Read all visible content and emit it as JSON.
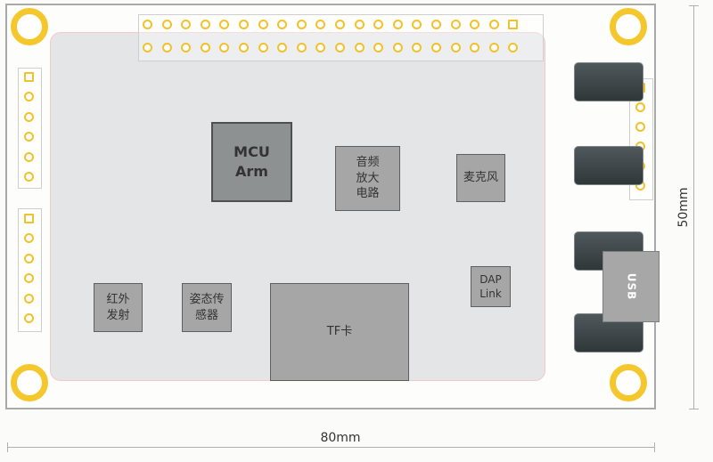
{
  "board": {
    "mcu": "MCU\nArm",
    "audio_amp": "音频\n放大\n电路",
    "microphone": "麦克风",
    "dap_link": "DAP\nLink",
    "ir_tx": "红外\n发射",
    "imu": "姿态传\n感器",
    "tf_card": "TF卡",
    "usb": "USB"
  },
  "dimensions": {
    "width": "80mm",
    "height": "50mm"
  },
  "colors": {
    "pin_gold": "#f4c72c",
    "chip_gray": "#a6a6a6",
    "screen_gray": "#e3e5e6"
  }
}
